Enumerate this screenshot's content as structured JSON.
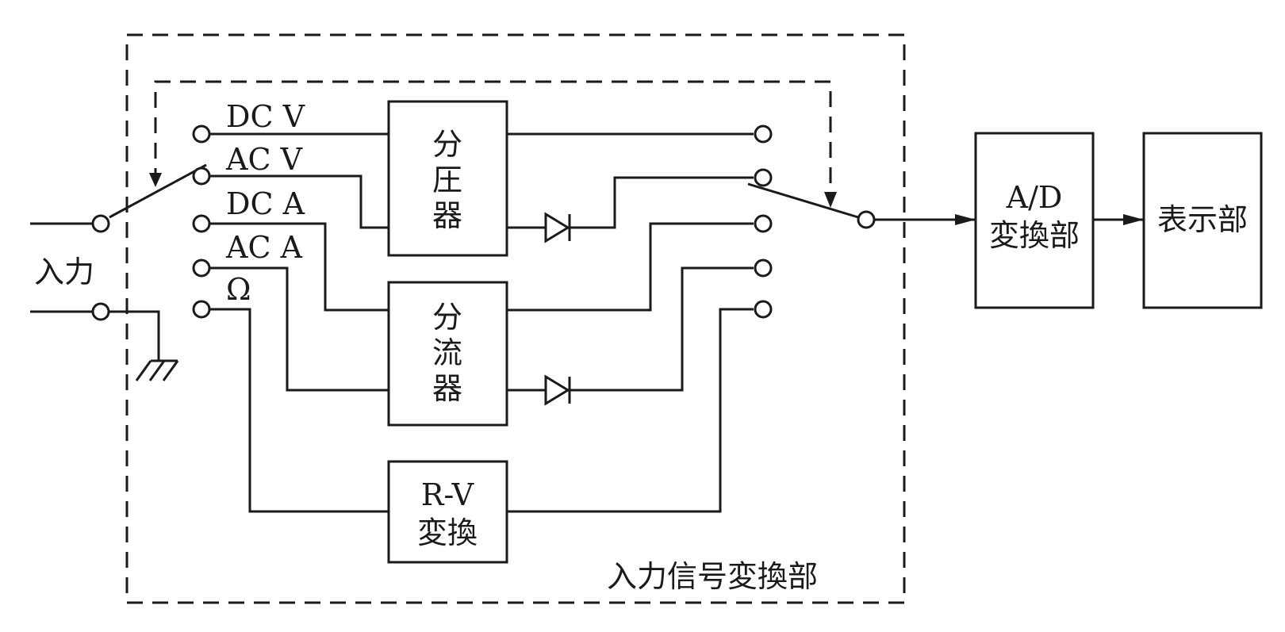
{
  "input_label": "入力",
  "range_labels": {
    "dcv": "DC V",
    "acv": "AC V",
    "dca": "DC A",
    "aca": "AC A",
    "ohm": "Ω"
  },
  "blocks": {
    "voltage_divider": [
      "分",
      "圧",
      "器"
    ],
    "shunt": [
      "分",
      "流",
      "器"
    ],
    "rv_converter": [
      "R-V",
      "変換"
    ],
    "ad_converter": [
      "A/D",
      "変換部"
    ],
    "display": "表示部"
  },
  "input_section_label": "入力信号変換部"
}
